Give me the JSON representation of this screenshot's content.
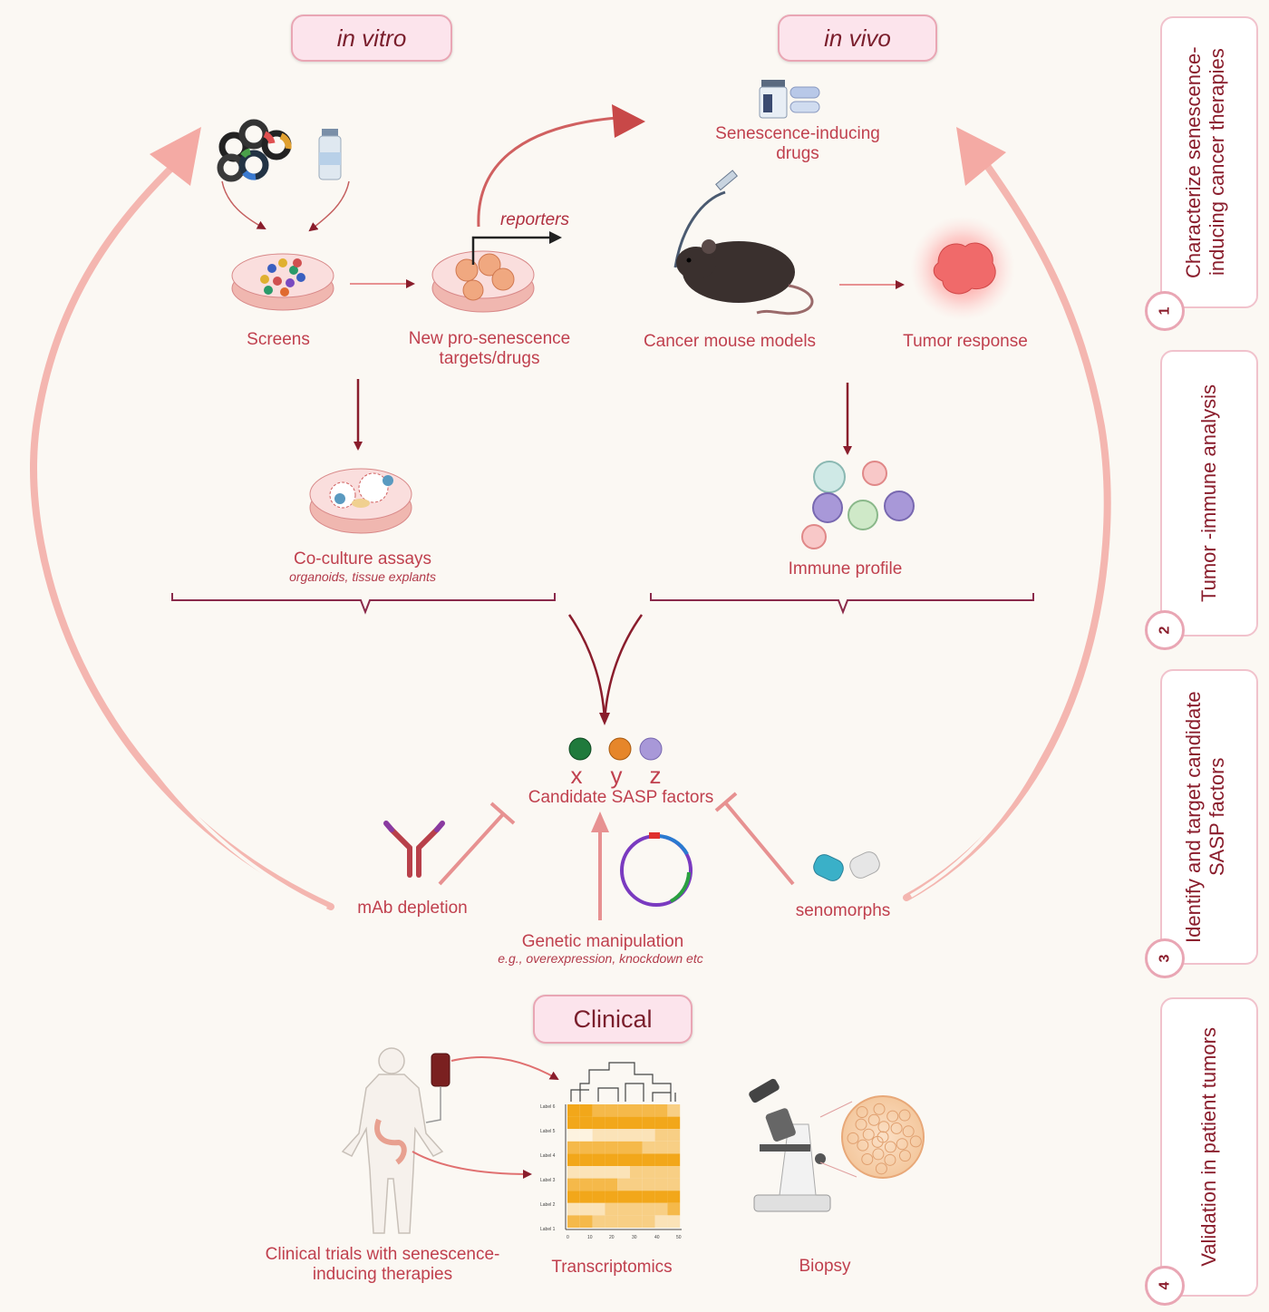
{
  "headers": {
    "in_vitro": "in vitro",
    "in_vivo": "in vivo",
    "clinical": "Clinical"
  },
  "labels": {
    "screens": "Screens",
    "new_targets": "New pro-senescence targets/drugs",
    "reporters": "reporters",
    "sen_drugs": "Senescence-inducing drugs",
    "mouse": "Cancer mouse models",
    "tumor": "Tumor response",
    "coculture": "Co-culture assays",
    "coculture_sub": "organoids, tissue explants",
    "immune": "Immune profile",
    "x": "x",
    "y": "y",
    "z": "z",
    "sasp": "Candidate SASP factors",
    "mab": "mAb depletion",
    "genetic": "Genetic manipulation",
    "genetic_sub": "e.g., overexpression, knockdown etc",
    "senomorphs": "senomorphs",
    "trials": "Clinical trials with senescence-inducing therapies",
    "transcriptomics": "Transcriptomics",
    "biopsy": "Biopsy"
  },
  "heatmap_labels": {
    "rows": [
      "Label 6",
      "Label 5",
      "Label 4",
      "Label 3",
      "Label 2",
      "Label 1"
    ],
    "cols": [
      "0",
      "10",
      "20",
      "30",
      "40",
      "50"
    ]
  },
  "panels": [
    {
      "num": "1",
      "text": "Characterize senescence-inducing cancer therapies"
    },
    {
      "num": "2",
      "text": "Tumor -immune analysis"
    },
    {
      "num": "3",
      "text": "Identify and target candidate SASP factors"
    },
    {
      "num": "4",
      "text": "Validation in patient tumors"
    }
  ],
  "colors": {
    "dark_red": "#8a1d2c",
    "label_red": "#c0404e",
    "pink_arrow": "#f0a8a8",
    "brace": "#8a2a4a"
  }
}
